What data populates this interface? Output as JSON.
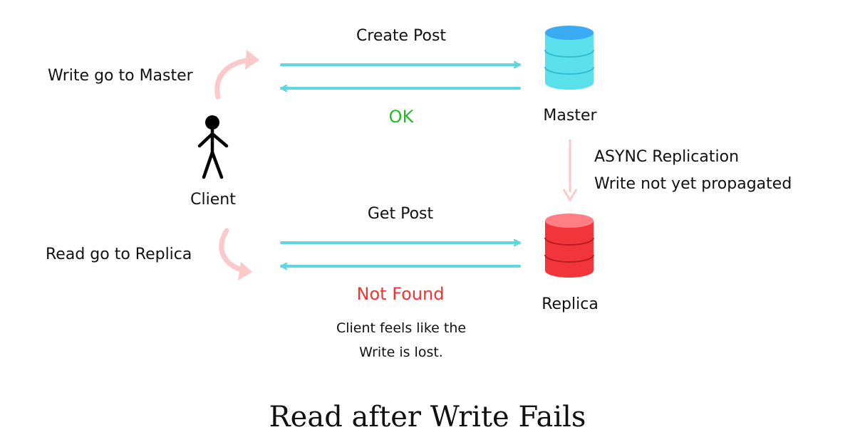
{
  "labels": {
    "create_post": "Create Post",
    "ok": "OK",
    "master": "Master",
    "write_go_to_master": "Write go to Master",
    "client": "Client",
    "async_replication": "ASYNC Replication",
    "write_not_yet_propagated": "Write not yet propagated",
    "get_post": "Get Post",
    "read_go_to_replica": "Read go to Replica",
    "not_found": "Not Found",
    "client_feels_line1": "Client feels like the",
    "client_feels_line2": "Write is lost.",
    "replica": "Replica"
  },
  "caption": "Read after Write Fails",
  "colors": {
    "arrow_cyan": "#5fd6e0",
    "curve_pink": "#fbc9c9",
    "master_db": "#5ae0ea",
    "master_db_top": "#3aabf2",
    "replica_db": "#f2353a",
    "replica_db_top": "#ff7f84",
    "ok_green": "#22bb22",
    "not_found_red": "#f03535"
  }
}
